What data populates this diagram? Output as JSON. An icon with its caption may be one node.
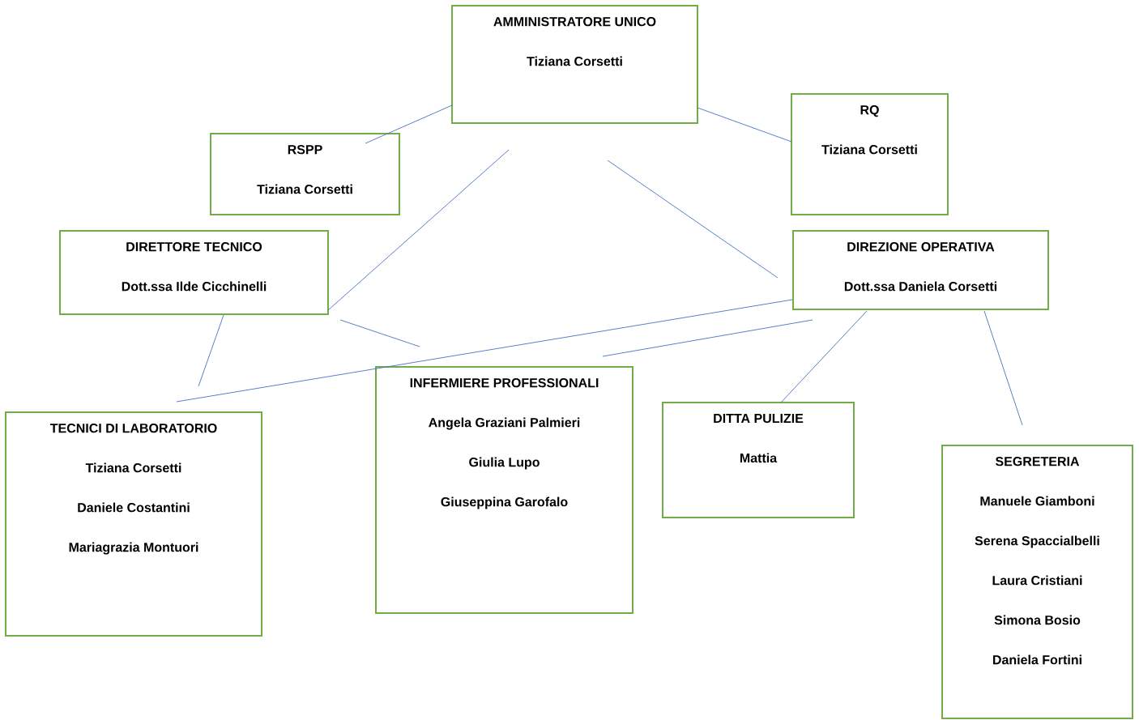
{
  "diagram": {
    "nodes": [
      {
        "text": [
          "AMMINISTRATORE UNICO",
          "Tiziana Corsetti"
        ]
      },
      {
        "text": [
          "RSPP",
          "Tiziana Corsetti"
        ]
      },
      {
        "text": [
          "RQ",
          "Tiziana Corsetti"
        ]
      },
      {
        "text": [
          "DIRETTORE TECNICO",
          "Dott.ssa Ilde Cicchinelli"
        ]
      },
      {
        "text": [
          "DIREZIONE OPERATIVA",
          "Dott.ssa Daniela Corsetti"
        ]
      },
      {
        "text": [
          "TECNICI DI LABORATORIO",
          "Tiziana Corsetti",
          "Daniele Costantini",
          "Mariagrazia Montuori"
        ]
      },
      {
        "text": [
          "INFERMIERE PROFESSIONALI",
          "Angela Graziani Palmieri",
          "Giulia Lupo",
          "Giuseppina Garofalo"
        ]
      },
      {
        "text": [
          "DITTA PULIZIE",
          "Mattia"
        ]
      },
      {
        "text": [
          "SEGRETERIA",
          "Manuele Giamboni",
          "Serena Spaccialbelli",
          "Laura Cristiani",
          "Simona Bosio",
          "Daniela Fortini"
        ]
      }
    ],
    "edges": [
      {
        "from": 0,
        "to": 1,
        "arrow": "none"
      },
      {
        "from": 0,
        "to": 2,
        "arrow": "none"
      },
      {
        "from": 0,
        "to": 3,
        "arrow": "none"
      },
      {
        "from": 0,
        "to": 4,
        "arrow": "none"
      },
      {
        "from": 3,
        "to": 5,
        "arrow": "none"
      },
      {
        "from": 3,
        "to": 6,
        "arrow": "none"
      },
      {
        "from": 4,
        "to": 5,
        "arrow": "none"
      },
      {
        "from": 4,
        "to": 6,
        "arrow": "none"
      },
      {
        "from": 4,
        "to": 7,
        "arrow": "none"
      },
      {
        "from": 4,
        "to": 8,
        "arrow": "none"
      }
    ]
  }
}
